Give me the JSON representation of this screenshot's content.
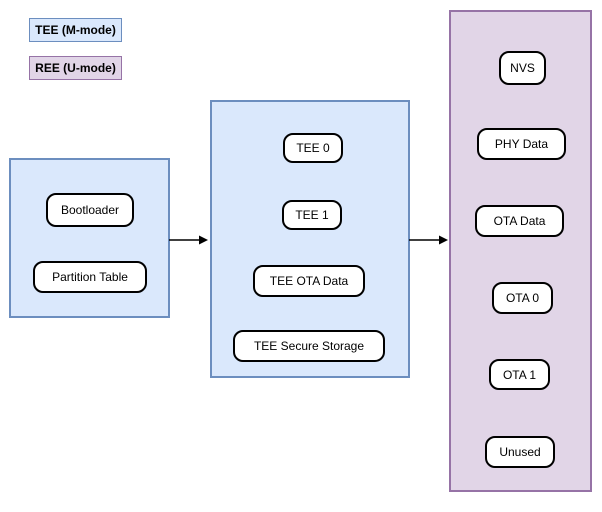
{
  "diagram": {
    "legend": {
      "tee": {
        "label": "TEE (M-mode)",
        "fill": "#dae8fc",
        "border": "#6c8ebf"
      },
      "ree": {
        "label": "REE (U-mode)",
        "fill": "#e1d5e7",
        "border": "#9673a6"
      }
    },
    "groups": [
      {
        "id": "flash-stage-1",
        "mode": "TEE (M-mode)",
        "fill": "#dae8fc",
        "border": "#6c8ebf",
        "nodes": [
          {
            "label": "Bootloader"
          },
          {
            "label": "Partition Table"
          }
        ]
      },
      {
        "id": "flash-stage-2",
        "mode": "TEE (M-mode)",
        "fill": "#dae8fc",
        "border": "#6c8ebf",
        "nodes": [
          {
            "label": "TEE 0"
          },
          {
            "label": "TEE 1"
          },
          {
            "label": "TEE OTA Data"
          },
          {
            "label": "TEE Secure Storage"
          }
        ]
      },
      {
        "id": "flash-stage-3",
        "mode": "REE (U-mode)",
        "fill": "#e1d5e7",
        "border": "#9673a6",
        "nodes": [
          {
            "label": "NVS"
          },
          {
            "label": "PHY Data"
          },
          {
            "label": "OTA Data"
          },
          {
            "label": "OTA 0"
          },
          {
            "label": "OTA 1"
          },
          {
            "label": "Unused"
          }
        ]
      }
    ],
    "connections": [
      {
        "from": "flash-stage-1",
        "to": "flash-stage-2"
      },
      {
        "from": "flash-stage-2",
        "to": "flash-stage-3"
      }
    ],
    "node_style": {
      "fill": "#ffffff",
      "border": "#000000"
    }
  }
}
